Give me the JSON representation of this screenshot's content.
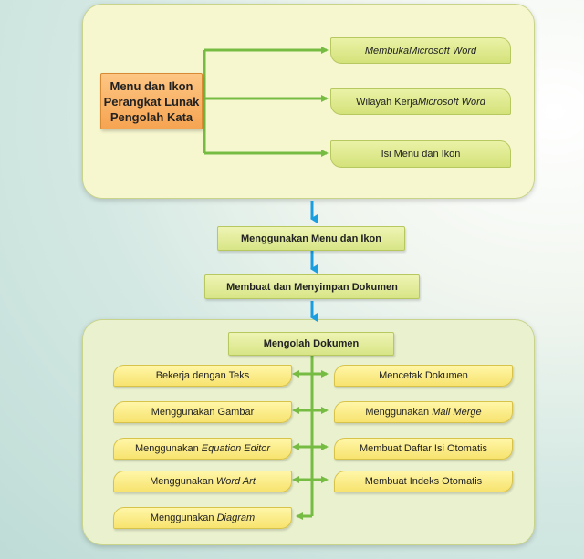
{
  "top_group": {
    "source": {
      "line1": "Menu dan Ikon",
      "line2": "Perangkat Lunak",
      "line3": "Pengolah Kata"
    },
    "targets": [
      {
        "prefix": "Membuka ",
        "italic": "Microsoft Word",
        "italic_all": true
      },
      {
        "prefix": "Wilayah Kerja ",
        "italic": "Microsoft Word"
      },
      {
        "prefix": "Isi Menu dan Ikon",
        "italic": ""
      }
    ]
  },
  "middle": [
    "Menggunakan Menu dan Ikon",
    "Membuat dan Menyimpan Dokumen"
  ],
  "bottom_group": {
    "center": "Mengolah Dokumen",
    "left": [
      {
        "prefix": "Bekerja dengan Teks",
        "italic": ""
      },
      {
        "prefix": "Menggunakan Gambar",
        "italic": ""
      },
      {
        "prefix": "Menggunakan ",
        "italic": "Equation Editor"
      },
      {
        "prefix": "Menggunakan ",
        "italic": "Word Art"
      },
      {
        "prefix": "Menggunakan ",
        "italic": "Diagram"
      }
    ],
    "right": [
      {
        "prefix": "Mencetak Dokumen",
        "italic": ""
      },
      {
        "prefix": "Menggunakan ",
        "italic": "Mail Merge"
      },
      {
        "prefix": "Membuat Daftar Isi Otomatis",
        "italic": ""
      },
      {
        "prefix": "Membuat Indeks Otomatis",
        "italic": ""
      }
    ]
  },
  "colors": {
    "connector": "#76bc43",
    "arrow_blue": "#1a9ee0",
    "source_box": "#f6a451"
  }
}
